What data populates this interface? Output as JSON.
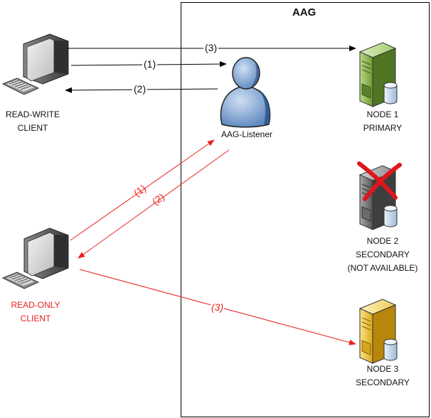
{
  "group": {
    "title": "AAG"
  },
  "listener": {
    "label": "AAG-Listener"
  },
  "clients": {
    "read_write": {
      "line1": "READ-WRITE",
      "line2": "CLIENT"
    },
    "read_only": {
      "line1": "READ-ONLY",
      "line2": "CLIENT"
    }
  },
  "nodes": {
    "node1": {
      "line1": "NODE 1",
      "line2": "PRIMARY"
    },
    "node2": {
      "line1": "NODE 2",
      "line2": "SECONDARY",
      "line3": "(NOT AVAILABLE)"
    },
    "node3": {
      "line1": "NODE 3",
      "line2": "SECONDARY"
    }
  },
  "arrows": {
    "rw_to_node1": "(3)",
    "rw_to_listener": "(1)",
    "listener_to_rw": "(2)",
    "ro_to_listener": "(1)",
    "listener_to_ro": "(2)",
    "ro_to_node3": "(3)"
  },
  "colors": {
    "read_only_flow": "#e8231f",
    "read_write_flow": "#000000",
    "node_primary": "#8fbc4a",
    "node_unavailable": "#7a7a7a",
    "node_secondary": "#f3cf45",
    "listener": "#7fa6d6",
    "fail_mark": "#e0161d"
  }
}
